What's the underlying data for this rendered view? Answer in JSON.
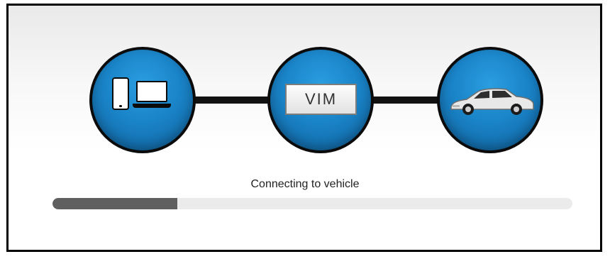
{
  "nodes": {
    "devices": {
      "icons": [
        "tablet-icon",
        "laptop-icon"
      ]
    },
    "vim": {
      "label": "VIM"
    },
    "vehicle": {
      "icons": [
        "car-icon"
      ]
    }
  },
  "status": {
    "text": "Connecting to vehicle"
  },
  "progress": {
    "fraction": 0.24
  },
  "colors": {
    "node_blue": "#1a84c8",
    "progress_fill": "#5f5f5f",
    "progress_track": "#ebebeb"
  }
}
